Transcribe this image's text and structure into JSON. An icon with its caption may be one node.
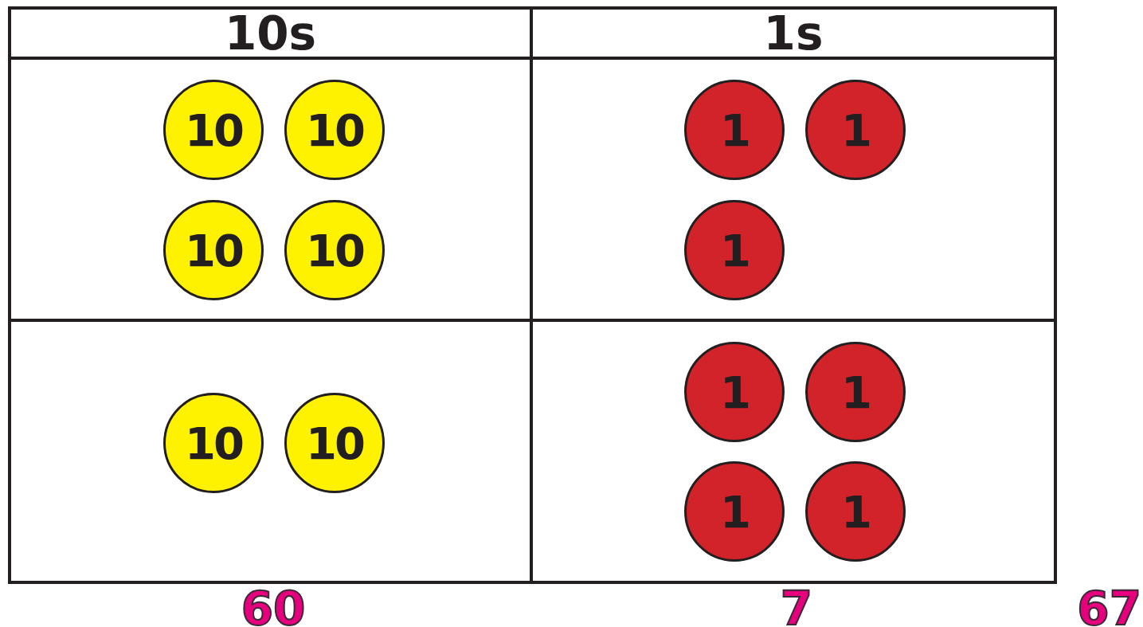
{
  "diagram": {
    "nodes": [
      {
        "text": [],
        "shape": "box"
      },
      {
        "text": [
          "10"
        ],
        "in": 0
      },
      {
        "text": [
          "10"
        ],
        "in": 0
      },
      {
        "text": [
          "10"
        ],
        "in": 0
      },
      {
        "text": [
          "10"
        ],
        "in": 0
      },
      {
        "text": [],
        "shape": "box"
      },
      {
        "text": [
          "1"
        ],
        "in": 5
      },
      {
        "text": [
          "1"
        ],
        "in": 5
      },
      {
        "text": [
          "1"
        ],
        "in": 5
      },
      {
        "text": [],
        "shape": "box"
      },
      {
        "text": [
          "10"
        ],
        "in": 9
      },
      {
        "text": [
          "10"
        ],
        "in": 9
      },
      {
        "text": [],
        "shape": "box"
      },
      {
        "text": [
          "1"
        ],
        "in": 12
      },
      {
        "text": [
          "1"
        ],
        "in": 12
      },
      {
        "text": [
          "1"
        ],
        "in": 12
      },
      {
        "text": [
          "1"
        ],
        "in": 12
      }
    ],
    "labels": [
      "10s",
      "1s",
      "60",
      "7",
      "67"
    ]
  }
}
